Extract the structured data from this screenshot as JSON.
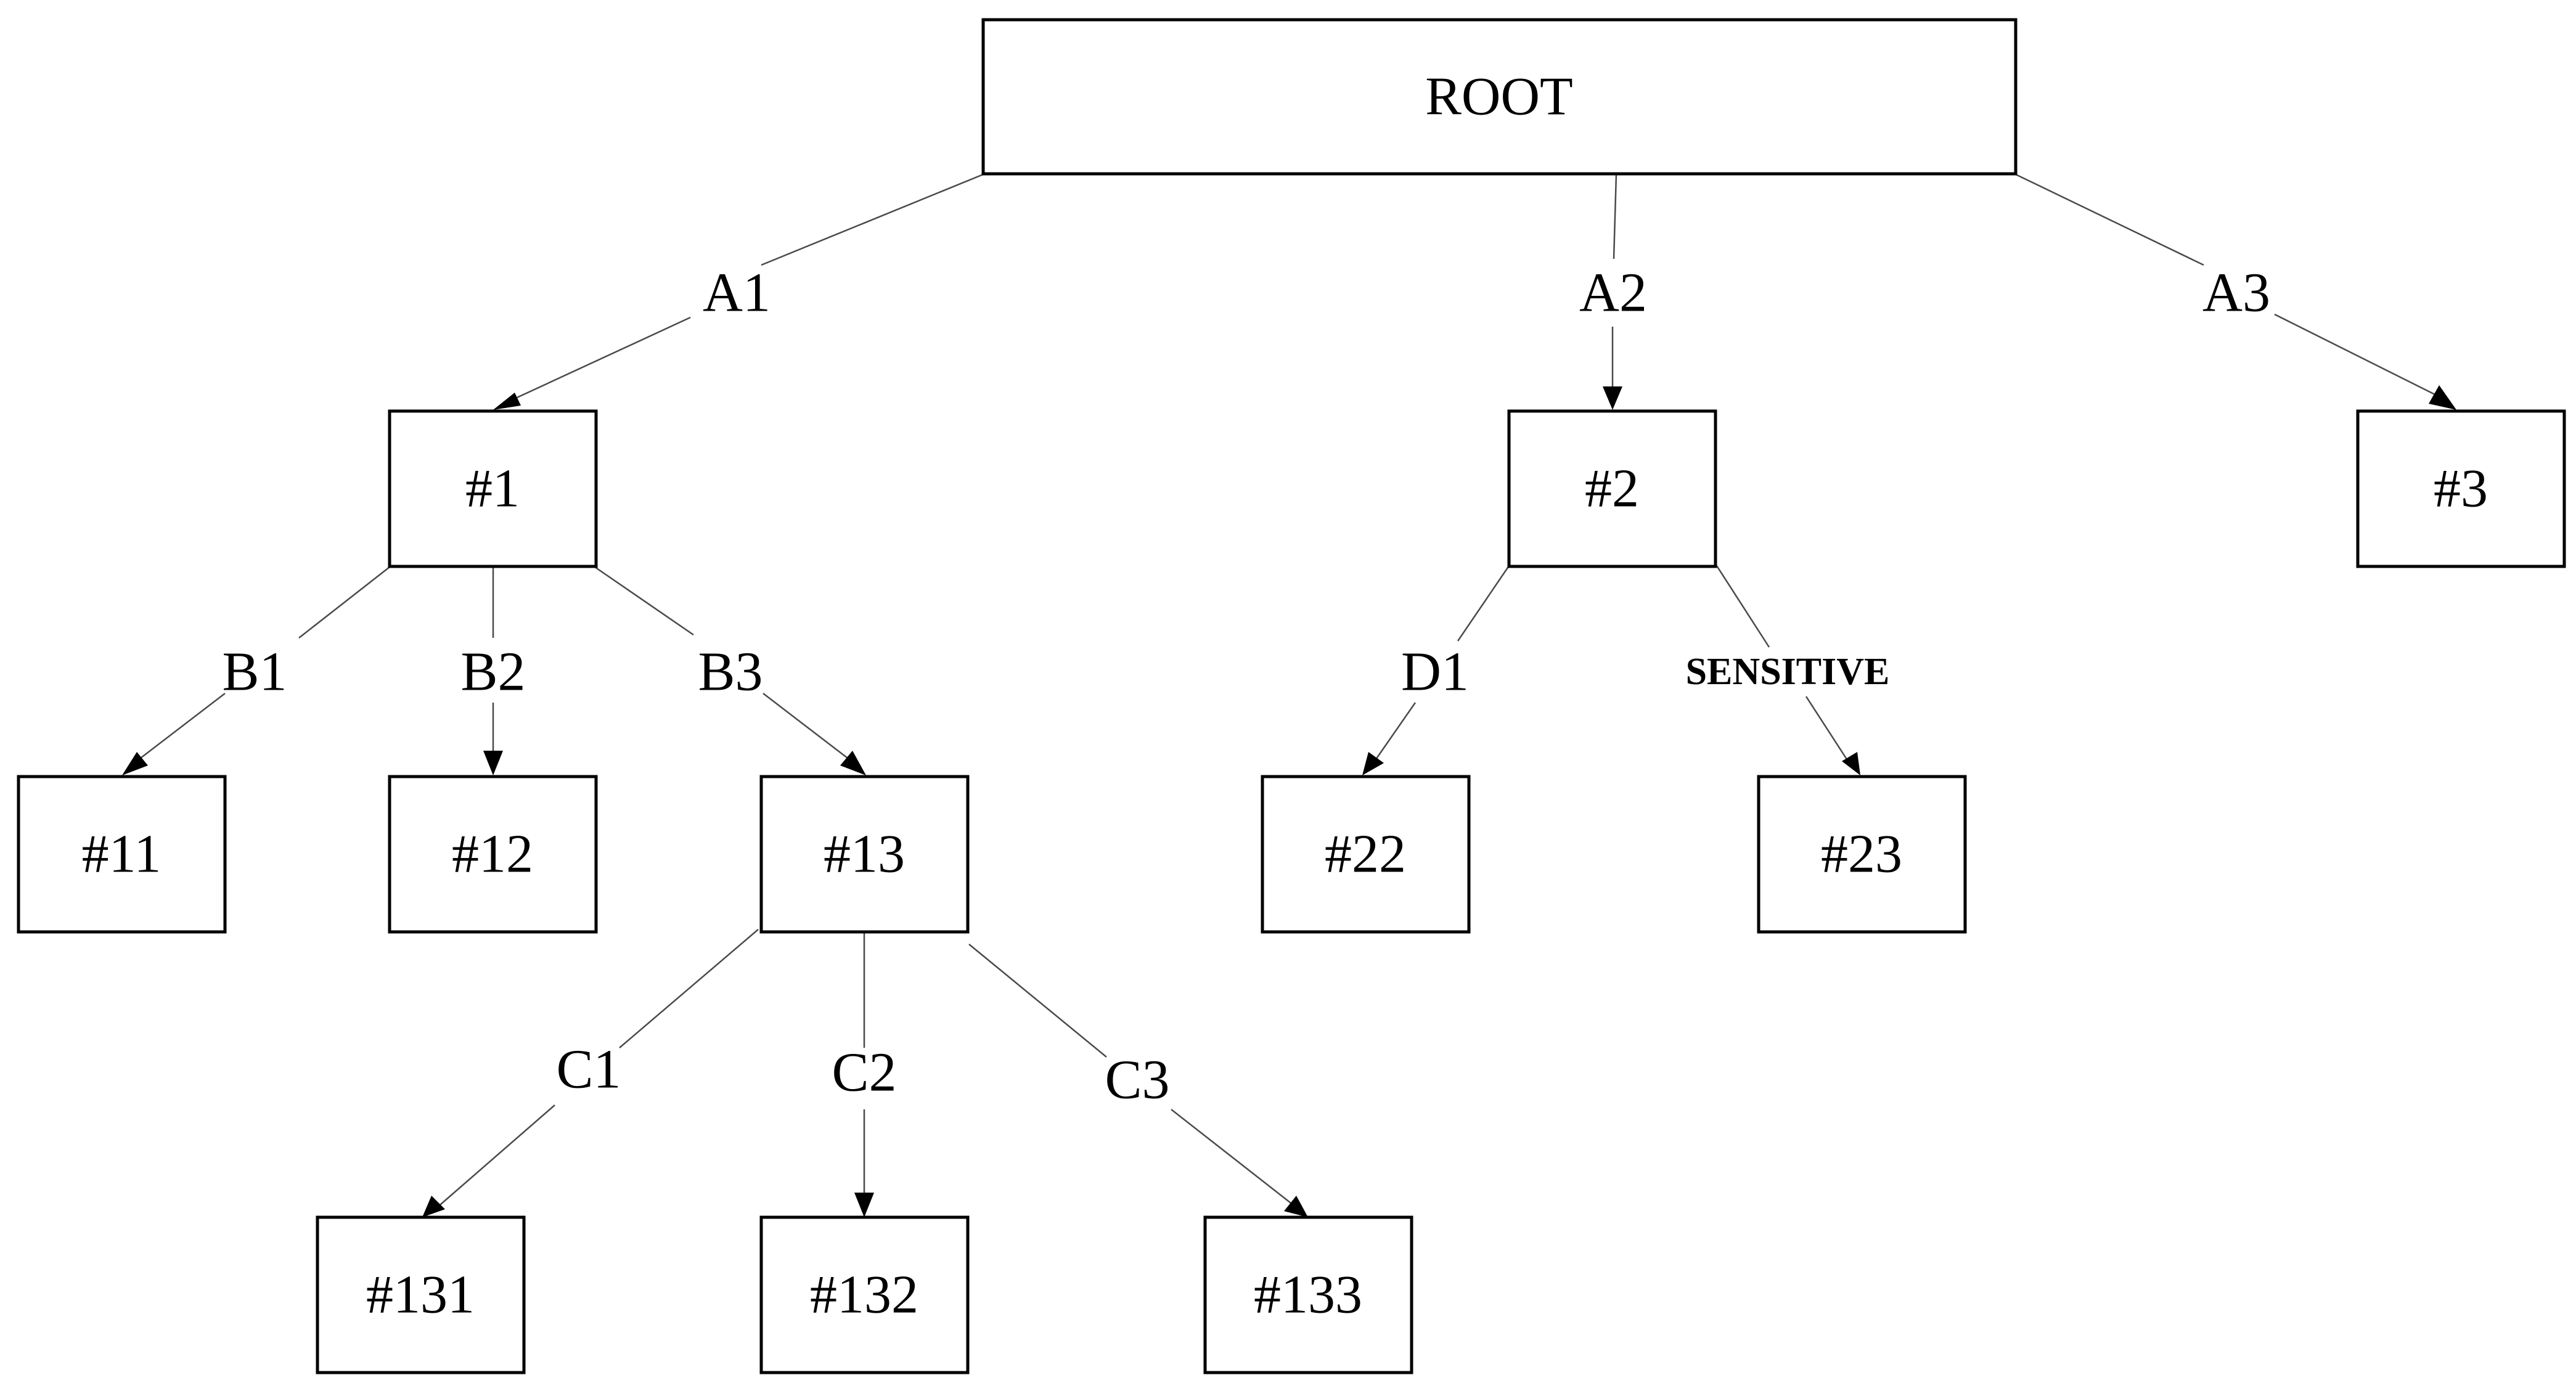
{
  "nodes": {
    "root": "ROOT",
    "n1": "#1",
    "n2": "#2",
    "n3": "#3",
    "n11": "#11",
    "n12": "#12",
    "n13": "#13",
    "n22": "#22",
    "n23": "#23",
    "n131": "#131",
    "n132": "#132",
    "n133": "#133"
  },
  "edges": {
    "a1": "A1",
    "a2": "A2",
    "a3": "A3",
    "b1": "B1",
    "b2": "B2",
    "b3": "B3",
    "d1": "D1",
    "sensitive": "SENSITIVE",
    "c1": "C1",
    "c2": "C2",
    "c3": "C3"
  },
  "colors": {
    "stroke": "#000000",
    "edge": "#4a4a4a",
    "background": "#ffffff"
  }
}
